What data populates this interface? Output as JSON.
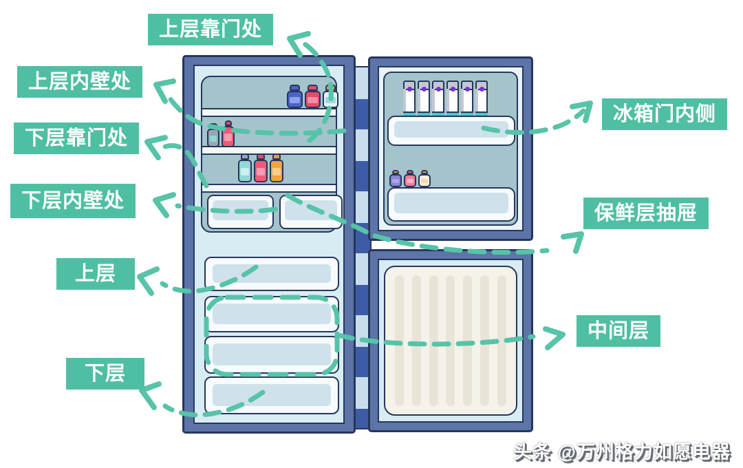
{
  "annotations": {
    "upper_door": {
      "text": "上层靠门处"
    },
    "upper_wall": {
      "text": "上层内壁处"
    },
    "lower_door": {
      "text": "下层靠门处"
    },
    "lower_wall": {
      "text": "下层内壁处"
    },
    "freezer_upper": {
      "text": "上层"
    },
    "freezer_lower": {
      "text": "下层"
    },
    "door_inside": {
      "text": "冰箱门内侧"
    },
    "fresh_drawer": {
      "text": "保鲜层抽屉"
    },
    "freezer_middle": {
      "text": "中间层"
    }
  },
  "watermark": {
    "text": "头条 @万州格力如愿电器"
  },
  "colors": {
    "label_bg": "#4FBFA3",
    "label_text": "#FFFFFF",
    "arrow": "#57C3A8",
    "outline": "#27365C",
    "frame": "#5C74A7",
    "panel_light": "#D8ECF4",
    "door_margin": "#E9F3F8",
    "teal": "#A4C4CB",
    "shelf": "#F2F8F9",
    "face": "#F7FBFD",
    "front": "#CFE2EB",
    "hinge_light": "#C9DEEC",
    "hinge_dark": "#3E5CA6",
    "cream": "#F5F2EA",
    "stripe": "#E8E4D8",
    "carton_dot": "#7B2FD0",
    "carton_band": "#4FC4C8",
    "carton_side": "#C3C8D2"
  },
  "fridge": {
    "milk_cartons": 6,
    "freezer_door_stripes": 7,
    "shelf1_jars": [
      {
        "shape": "squat",
        "cap": "#4A63C8",
        "body": "#4A63C8",
        "label": "#8CA3E8"
      },
      {
        "shape": "squat",
        "cap": "#E84A6A",
        "body": "#E84A6A",
        "label": "#F58CA4"
      },
      {
        "shape": "squat",
        "cap": "#F09B3C",
        "body": "#E3F2F4",
        "label": "#9ED9DE"
      }
    ],
    "shelf2_jars": [
      {
        "shape": "slim",
        "cap": "#F09B3C",
        "body": "#9AA6B6",
        "label": "#8FD8D2"
      },
      {
        "shape": "tall",
        "cap": "#E84A6A",
        "body": "#EF5A78",
        "label": "#F79BB0"
      }
    ],
    "shelf3_jars": [
      {
        "shape": "mid",
        "cap": "#9AA6B6",
        "body": "#90DAD4",
        "label": "#CBF0EE"
      },
      {
        "shape": "mid",
        "cap": "#E84A6A",
        "body": "#EF5A78",
        "label": "#F79BB0"
      },
      {
        "shape": "mid",
        "cap": "#F09B3C",
        "body": "#F2A33F",
        "label": "#F8CC8A"
      }
    ],
    "door_jars": [
      {
        "shape": "mini",
        "cap": "#F09B3C",
        "body": "#8A86D8",
        "label": "#A9A6E6"
      },
      {
        "shape": "mini",
        "cap": "#F05A86",
        "body": "#F27E9C",
        "label": "#F8B0C4"
      },
      {
        "shape": "mini",
        "cap": "#F0A03C",
        "body": "#F5EFE0",
        "label": "#F8D9A8"
      }
    ]
  }
}
